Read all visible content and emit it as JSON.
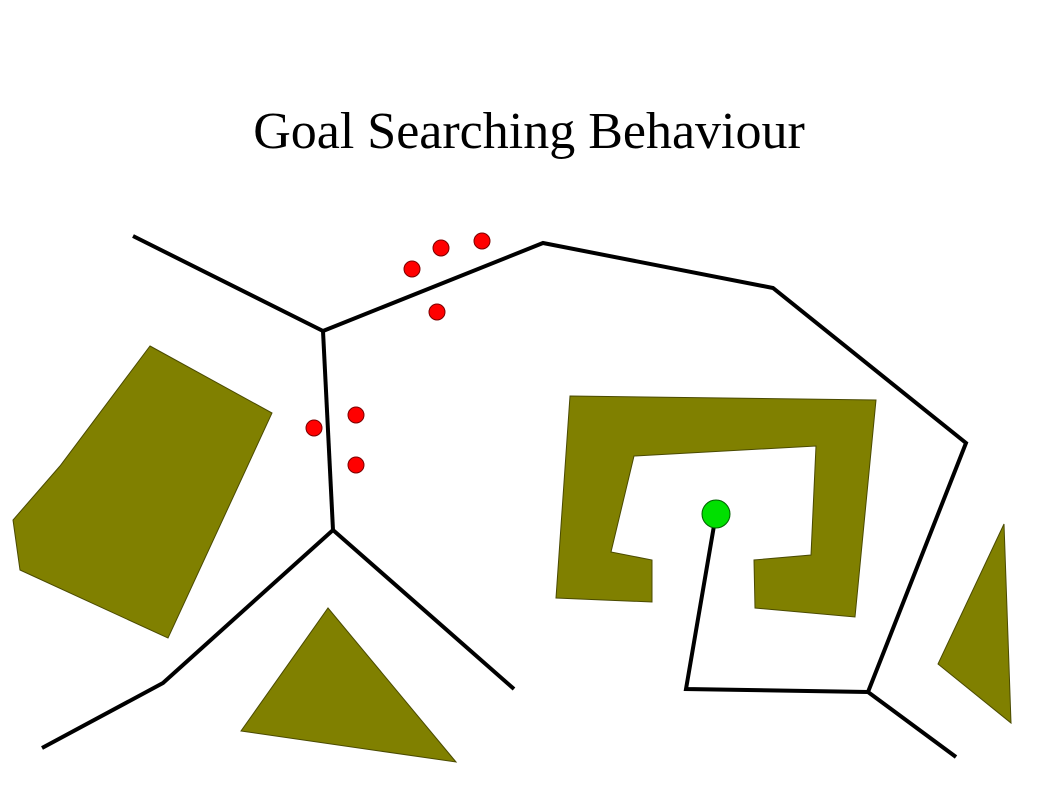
{
  "title": "Goal Searching Behaviour",
  "colors": {
    "background": "#ffffff",
    "obstacle": "#808000",
    "obstacle_outline": "#4a4a00",
    "path": "#000000",
    "search_dot": "#ff0000",
    "search_dot_outline": "#7a0000",
    "robot": "#00e000",
    "robot_outline": "#006000"
  },
  "legend_icons": {
    "obstacle": "olive-polygon",
    "search_point": "red-dot",
    "robot": "green-circle"
  }
}
